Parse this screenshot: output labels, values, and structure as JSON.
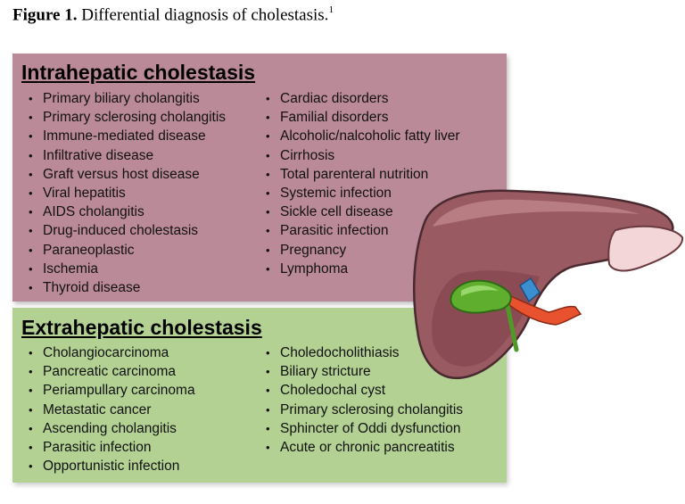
{
  "figure": {
    "label": "Figure 1.",
    "caption": "Differential diagnosis of cholestasis.",
    "ref": "1"
  },
  "intrahepatic": {
    "title": "Intrahepatic cholestasis",
    "left_items": [
      "Primary biliary cholangitis",
      "Primary sclerosing cholangitis",
      "Immune-mediated disease",
      "Infiltrative disease",
      "Graft versus host disease",
      "Viral hepatitis",
      "AIDS cholangitis",
      "Drug-induced cholestasis",
      "Paraneoplastic",
      "Ischemia",
      "Thyroid disease"
    ],
    "right_items": [
      "Cardiac disorders",
      "Familial disorders",
      "Alcoholic/nalcoholic fatty liver",
      "Cirrhosis",
      "Total parenteral nutrition",
      "Systemic infection",
      "Sickle cell disease",
      "Parasitic infection",
      "Pregnancy",
      "Lymphoma"
    ]
  },
  "extrahepatic": {
    "title": "Extrahepatic cholestasis",
    "left_items": [
      "Cholangiocarcinoma",
      "Pancreatic carcinoma",
      "Periampullary carcinoma",
      "Metastatic cancer",
      "Ascending cholangitis",
      "Parasitic infection",
      "Opportunistic infection"
    ],
    "right_items": [
      "Choledocholithiasis",
      "Biliary stricture",
      "Choledochal cyst",
      "Primary sclerosing cholangitis",
      "Sphincter of Oddi dysfunction",
      "Acute or chronic pancreatitis"
    ]
  },
  "colors": {
    "intrahepatic_box": "#bb8a98",
    "extrahepatic_box": "#b3d193",
    "liver": "#9a5a62",
    "gallbladder": "#5fae2e",
    "artery": "#e8522f",
    "portal_vein": "#3a8fd0"
  },
  "illustration": "liver-icon"
}
